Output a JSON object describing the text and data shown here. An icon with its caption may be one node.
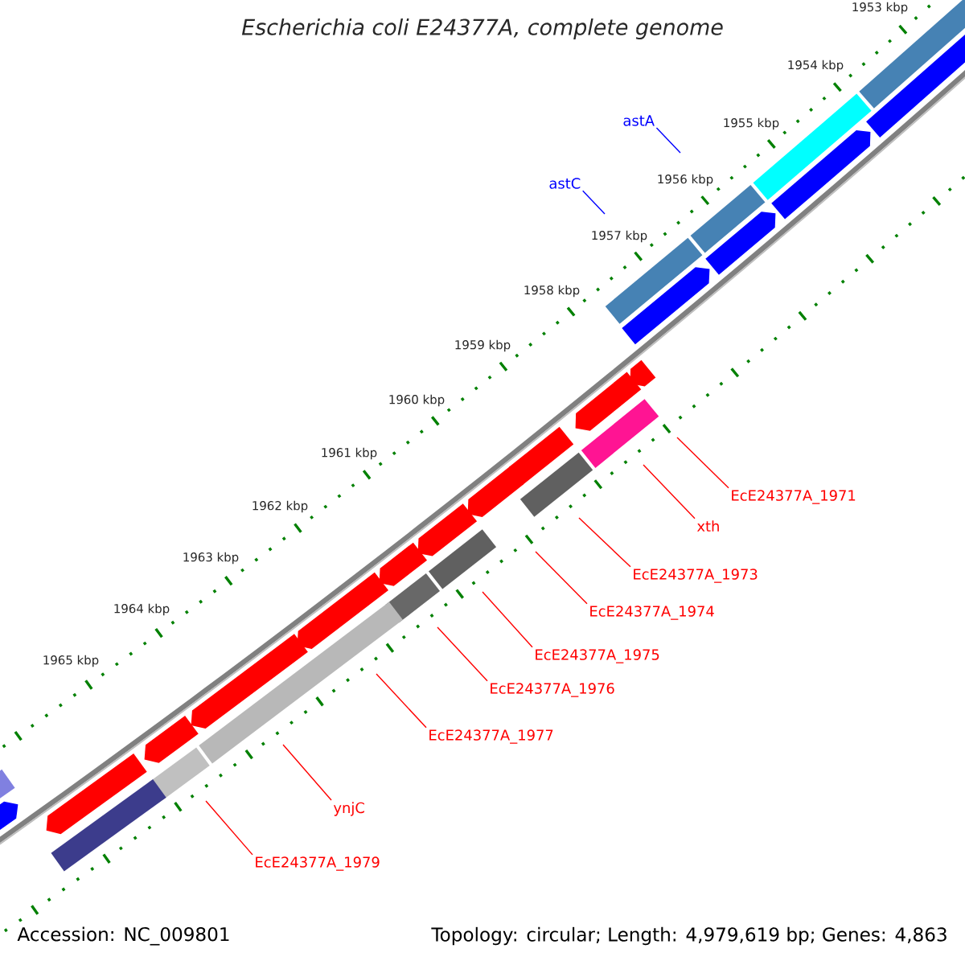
{
  "diagram": {
    "title": "Escherichia coli E24377A, complete genome",
    "nodes": [
      {
        "text": [
          "astA"
        ]
      },
      {
        "text": [
          "astC"
        ]
      },
      {
        "text": [
          "EcE24377A_1971"
        ]
      },
      {
        "text": [
          "xth"
        ]
      },
      {
        "text": [
          "EcE24377A_1973"
        ]
      },
      {
        "text": [
          "EcE24377A_1974"
        ]
      },
      {
        "text": [
          "EcE24377A_1975"
        ]
      },
      {
        "text": [
          "EcE24377A_1976"
        ]
      },
      {
        "text": [
          "EcE24377A_1977"
        ]
      },
      {
        "text": [
          "ynjC"
        ]
      },
      {
        "text": [
          "EcE24377A_1979"
        ]
      }
    ],
    "edges": [
      {
        "from": 0,
        "to": null,
        "arrow": "none",
        "color": "#0000ff"
      },
      {
        "from": 1,
        "to": null,
        "arrow": "none",
        "color": "#0000ff"
      },
      {
        "from": 2,
        "to": null,
        "arrow": "none"
      },
      {
        "from": 3,
        "to": null,
        "arrow": "none"
      },
      {
        "from": 4,
        "to": null,
        "arrow": "none"
      },
      {
        "from": 5,
        "to": null,
        "arrow": "none"
      },
      {
        "from": 6,
        "to": null,
        "arrow": "none"
      },
      {
        "from": 7,
        "to": null,
        "arrow": "none"
      },
      {
        "from": 8,
        "to": null,
        "arrow": "none"
      },
      {
        "from": 9,
        "to": null,
        "arrow": "none"
      },
      {
        "from": 10,
        "to": null,
        "arrow": "none"
      }
    ],
    "labels": [
      "1953 kbp",
      "1954 kbp",
      "1955 kbp",
      "1956 kbp",
      "1957 kbp",
      "1958 kbp",
      "1959 kbp",
      "1960 kbp",
      "1961 kbp",
      "1962 kbp",
      "1963 kbp",
      "1964 kbp",
      "1965 kbp",
      "Accession: NC_009801",
      "Topology: circular; Length: 4,979,619 bp; Genes: 4,863"
    ]
  }
}
